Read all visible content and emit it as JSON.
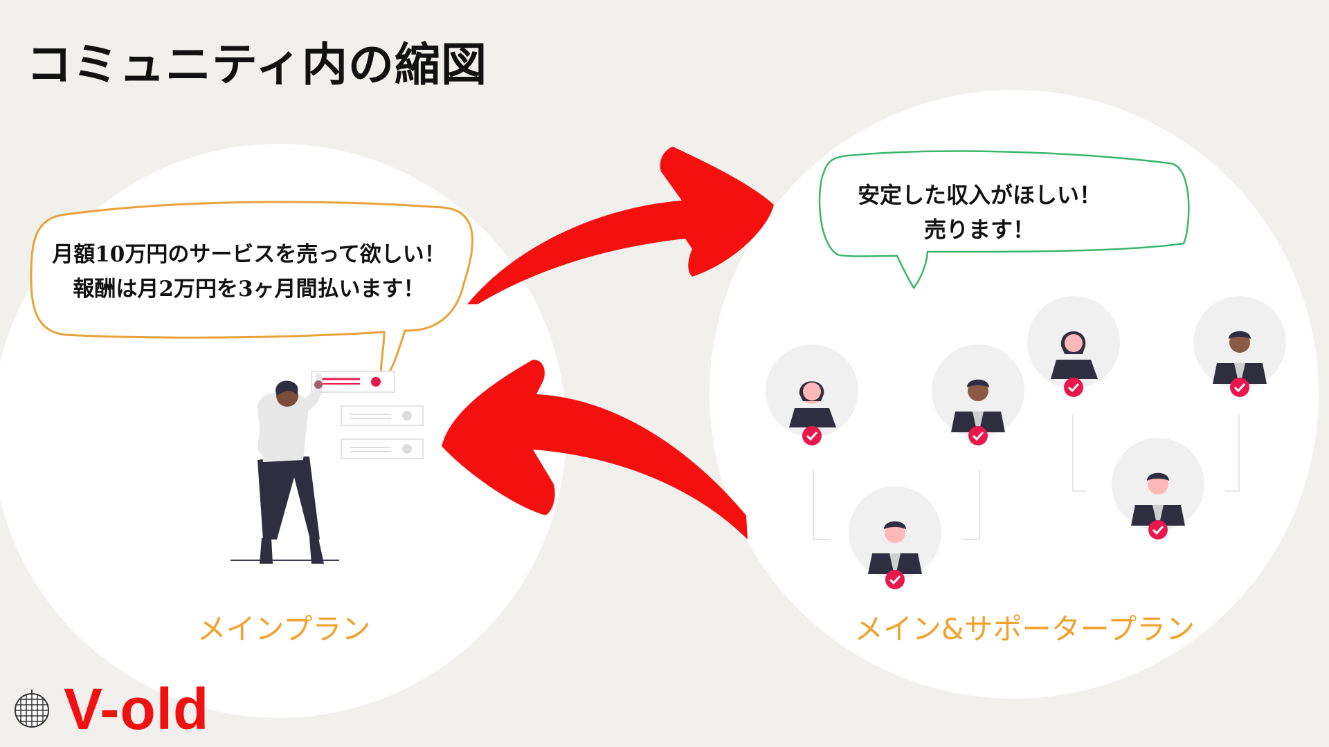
{
  "title": "コミュニティ内の縮図",
  "bubble_left": {
    "line1": "月額10万円のサービスを売って欲しい！",
    "line2": "報酬は月2万円を3ヶ月間払います！"
  },
  "bubble_right": {
    "line1": "安定した収入がほしい！",
    "line2": "売ります！"
  },
  "plans": {
    "main": "メインプラン",
    "supporter": "メイン&サポータープラン"
  },
  "logo": {
    "text": "V-old",
    "icon": "globe-icon"
  },
  "colors": {
    "background": "#f1f0ec",
    "accent_red": "#f51010",
    "plan_orange": "#f0a22d",
    "bubble_orange": "#e8a23a",
    "bubble_green": "#3ab56a",
    "check_pink": "#e8174d"
  }
}
